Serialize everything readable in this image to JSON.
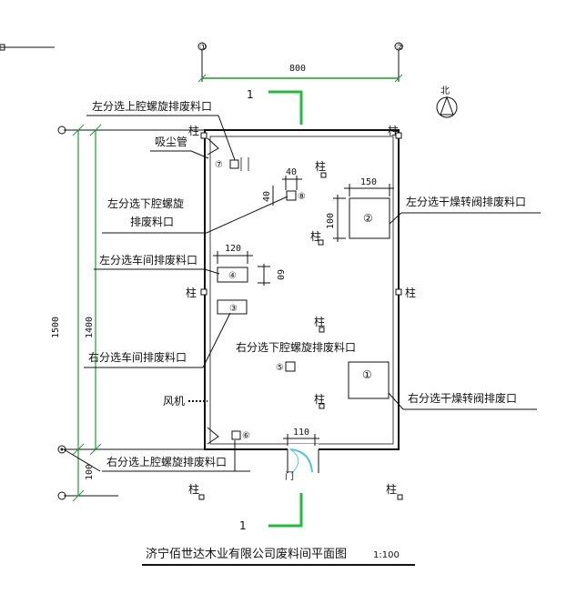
{
  "drawing": {
    "title": "济宁佰世达木业有限公司废料间平面图",
    "scale": "1:100",
    "section_mark_top": "1",
    "section_mark_bottom": "1",
    "compass_label": "北",
    "door_label": "门",
    "fan_label": "风机",
    "pipe_label": "吸尘管",
    "axis_marks": [
      "①",
      "②"
    ],
    "dimensions": {
      "width_total": "800",
      "height_total": "1500",
      "height_inner": "1400",
      "height_bottom": "100",
      "d40": "40",
      "d40v": "40",
      "d150": "150",
      "d100": "100",
      "d120": "120",
      "d60": "60",
      "d110": "110"
    },
    "column_label": "柱",
    "outlets": [
      {
        "num": "①",
        "callout": "右分选干燥转阀排废口"
      },
      {
        "num": "②",
        "callout": "左分选干燥转阀排废料口"
      },
      {
        "num": "③",
        "callout": "右分选车间排废料口"
      },
      {
        "num": "④",
        "callout": "左分选车间排废料口"
      },
      {
        "num": "⑤",
        "callout": "右分选下腔螺旋排废料口"
      },
      {
        "num": "⑥",
        "callout": "右分选上腔螺旋排废料口"
      },
      {
        "num": "⑦",
        "callout": "左分选上腔螺旋排废料口"
      },
      {
        "num": "⑧",
        "callout": "左分选下腔螺旋排废料口"
      }
    ],
    "callout_line2": "排废料口",
    "callout_left_lower_line1": "左分选下腔螺旋"
  }
}
